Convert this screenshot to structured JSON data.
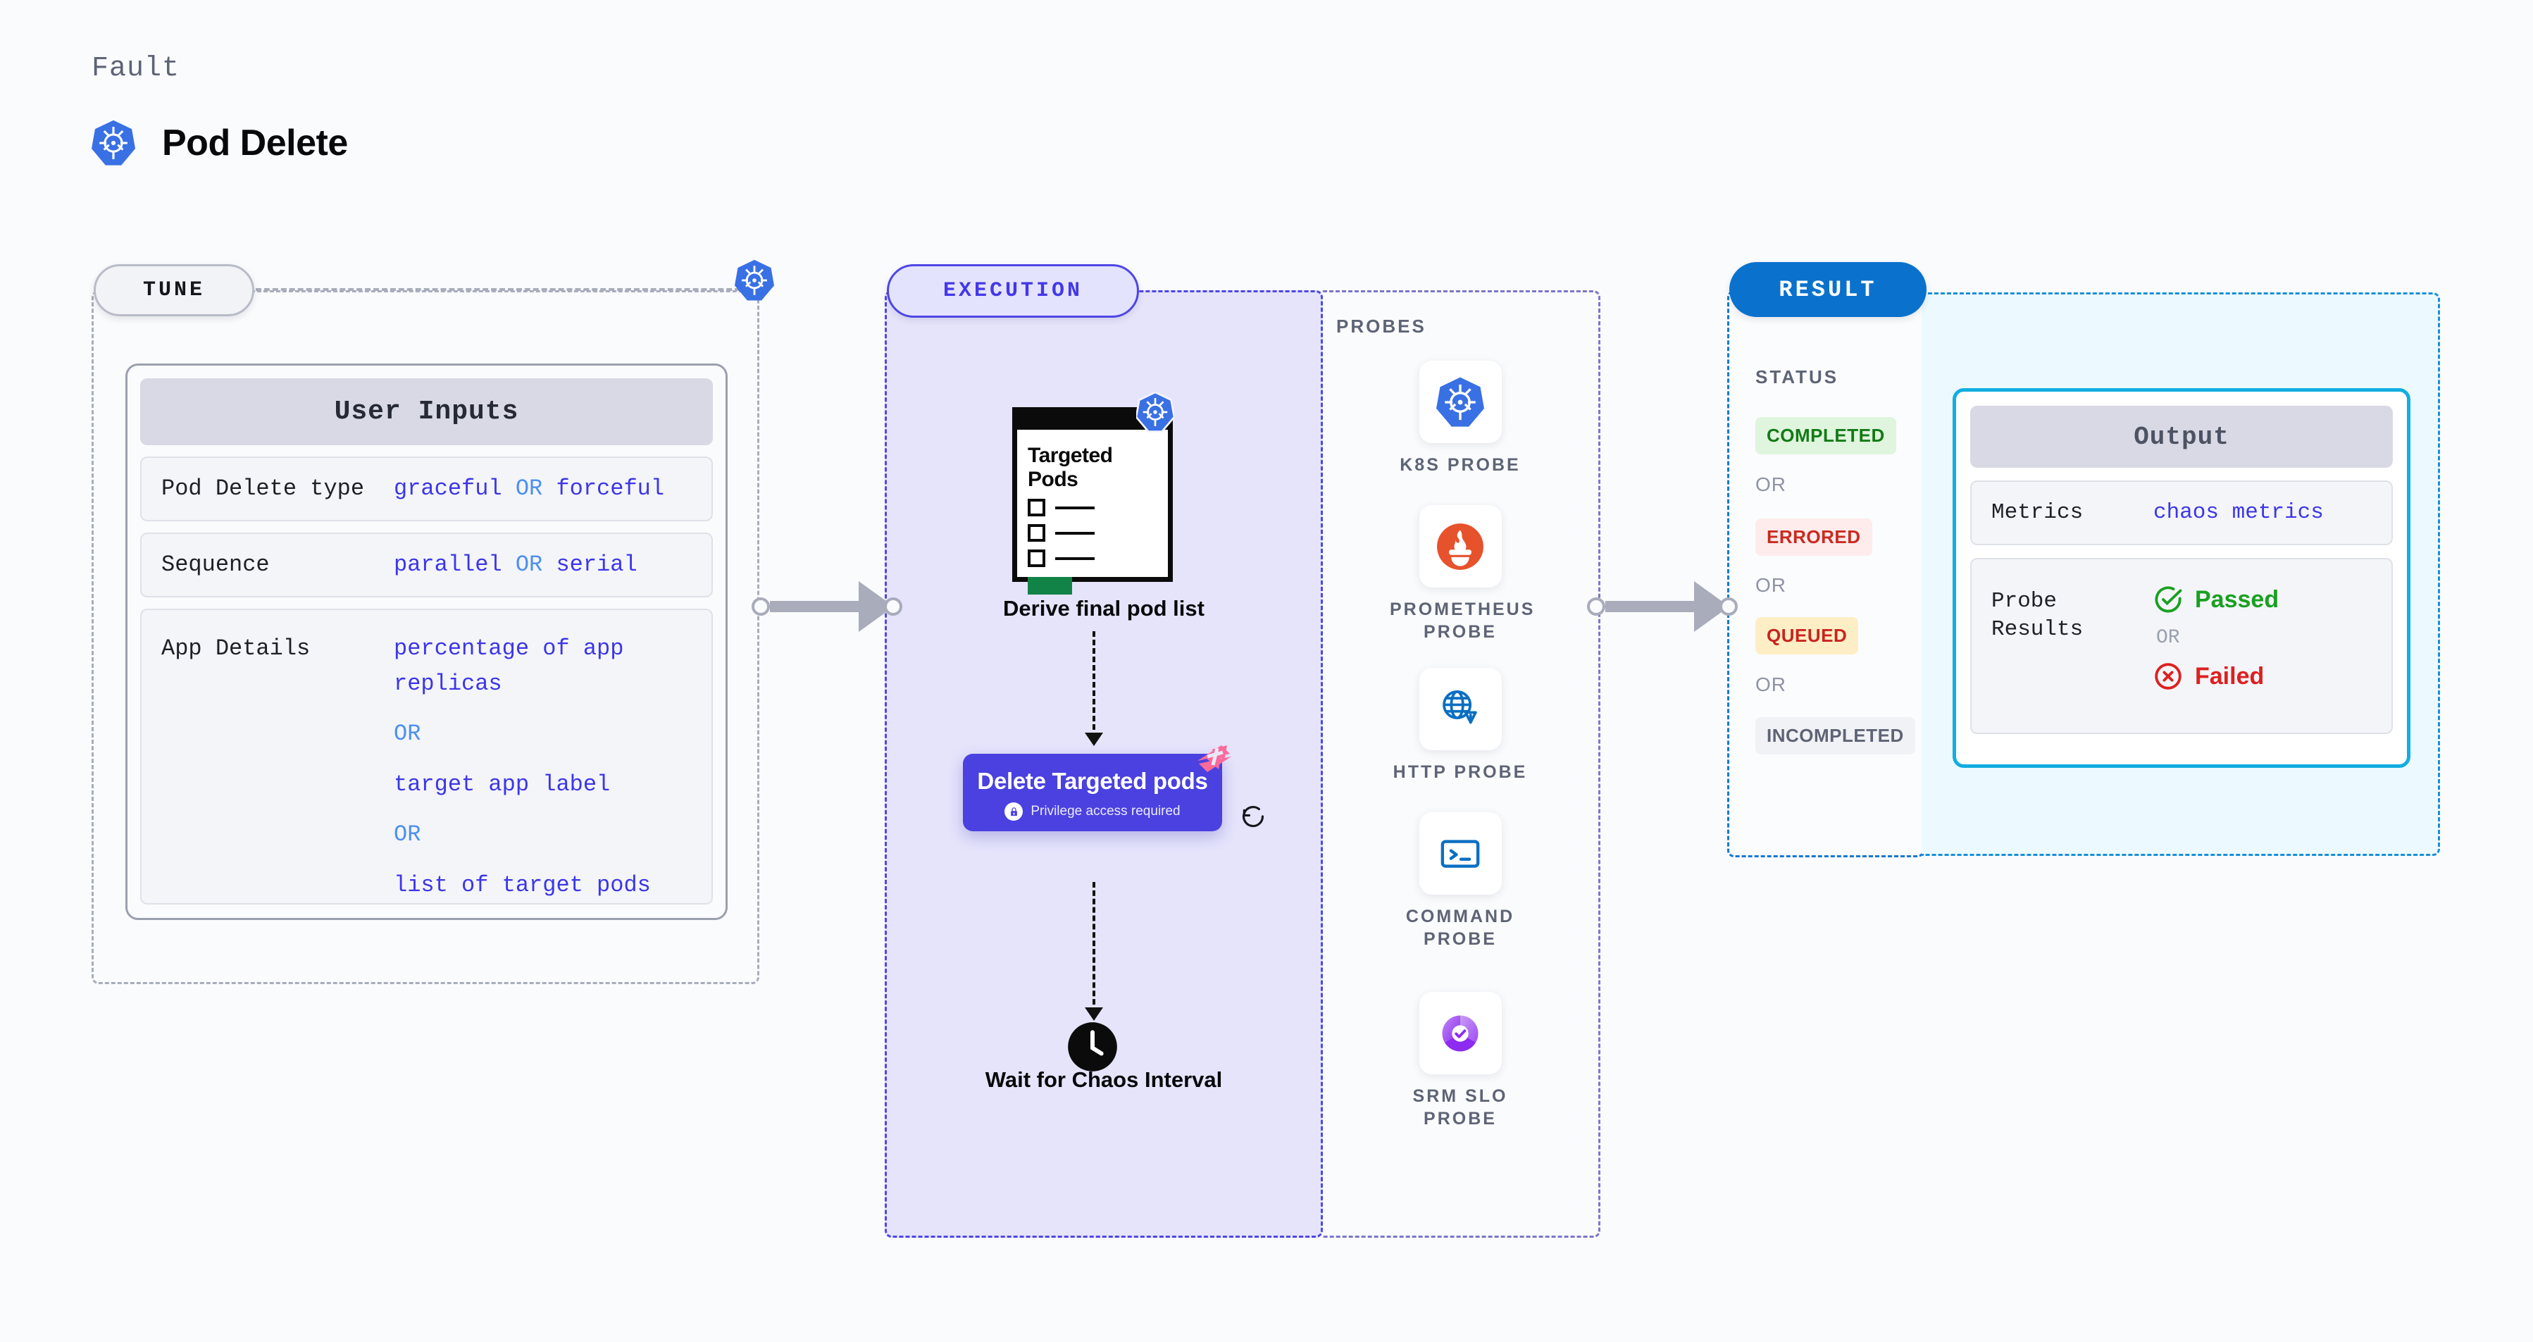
{
  "header": {
    "fault_label": "Fault",
    "fault_title": "Pod Delete",
    "icon": "kubernetes-icon"
  },
  "sections": {
    "tune": {
      "pill_label": "TUNE",
      "badge_icon": "kubernetes-icon",
      "card": {
        "title": "User Inputs",
        "rows": [
          {
            "key": "Pod Delete type",
            "value_a": "graceful",
            "or": "OR",
            "value_b": "forceful"
          },
          {
            "key": "Sequence",
            "value_a": "parallel",
            "or": "OR",
            "value_b": "serial"
          },
          {
            "key": "App Details",
            "options": [
              "percentage of app replicas",
              "target app label",
              "list of target pods"
            ],
            "or": "OR"
          }
        ]
      }
    },
    "execution": {
      "pill_label": "EXECUTION",
      "nodes": {
        "targeted_pods": {
          "title": "Targeted Pods",
          "badge_icon": "kubernetes-icon",
          "caption": "Derive final pod list"
        },
        "delete_pods": {
          "title": "Delete Targeted pods",
          "privilege_note": "Privilege access required",
          "lock_icon": "lock-icon",
          "brand_icon": "harness-icon",
          "retry_icon": "retry-icon"
        },
        "wait": {
          "icon": "clock-icon",
          "caption": "Wait for Chaos Interval"
        }
      }
    },
    "probes": {
      "label": "PROBES",
      "items": [
        {
          "label": "K8S PROBE",
          "icon": "kubernetes-icon"
        },
        {
          "label": "PROMETHEUS PROBE",
          "icon": "prometheus-icon"
        },
        {
          "label": "HTTP PROBE",
          "icon": "globe-warning-icon"
        },
        {
          "label": "COMMAND PROBE",
          "icon": "terminal-icon"
        },
        {
          "label": "SRM SLO PROBE",
          "icon": "srm-slo-icon"
        }
      ]
    },
    "result": {
      "pill_label": "RESULT",
      "status_label": "STATUS",
      "or_label": "OR",
      "statuses": [
        {
          "label": "COMPLETED",
          "bg": "#dff5dd",
          "fg": "#137a16"
        },
        {
          "label": "ERRORED",
          "bg": "#fdeceb",
          "fg": "#c92a21"
        },
        {
          "label": "QUEUED",
          "bg": "#fdeec6",
          "fg": "#c9241e"
        },
        {
          "label": "INCOMPLETED",
          "bg": "#f1f2f6",
          "fg": "#5d6475"
        }
      ]
    },
    "output": {
      "title": "Output",
      "metrics_key": "Metrics",
      "metrics_value": "chaos metrics",
      "probe_results_key": "Probe Results",
      "passed_label": "Passed",
      "failed_label": "Failed",
      "or_label": "OR",
      "passed_icon": "check-circle-icon",
      "failed_icon": "x-circle-icon"
    }
  },
  "colors": {
    "execution_accent": "#4f46e5",
    "result_accent": "#0a72cd",
    "output_accent": "#13ade0",
    "value_blue": "#3c36e8",
    "or_blue": "#4d90ef",
    "node_purple": "#4a41e0",
    "harness_pink": "#ff6a9a"
  }
}
